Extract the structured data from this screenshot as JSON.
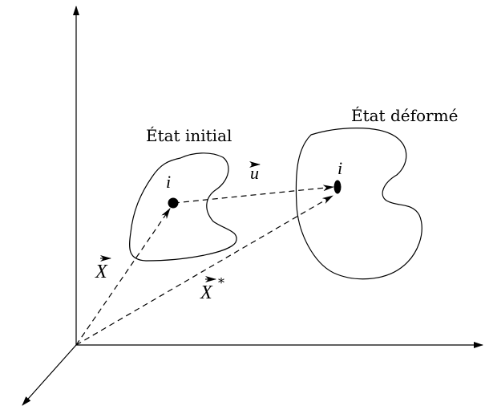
{
  "labels": {
    "initial_state": "État initial",
    "deformed_state": "État déformé",
    "point_initial": "i",
    "point_deformed": "i",
    "displacement": "u",
    "position_initial": "X",
    "position_deformed": "X",
    "position_deformed_superscript": "*"
  },
  "colors": {
    "ink": "#000000",
    "background": "#ffffff"
  }
}
